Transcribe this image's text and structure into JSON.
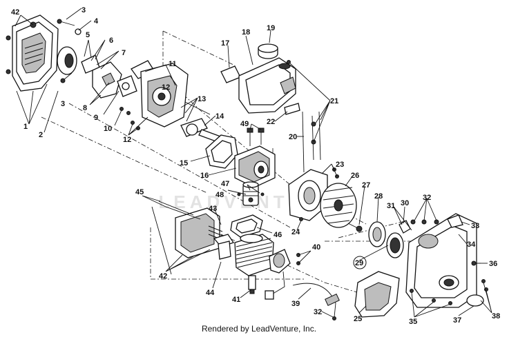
{
  "credit": "Rendered by LeadVenture, Inc.",
  "watermark": "LEADVENTURE",
  "part_numbers": [
    "1",
    "2",
    "3",
    "3",
    "4",
    "5",
    "6",
    "7",
    "8",
    "9",
    "10",
    "11",
    "12",
    "12",
    "13",
    "14",
    "15",
    "16",
    "17",
    "18",
    "19",
    "20",
    "21",
    "22",
    "23",
    "24",
    "25",
    "26",
    "27",
    "28",
    "29",
    "30",
    "31",
    "32",
    "32",
    "33",
    "34",
    "35",
    "36",
    "37",
    "38",
    "39",
    "40",
    "41",
    "42",
    "42",
    "43",
    "44",
    "45",
    "46",
    "47",
    "48",
    "49"
  ]
}
